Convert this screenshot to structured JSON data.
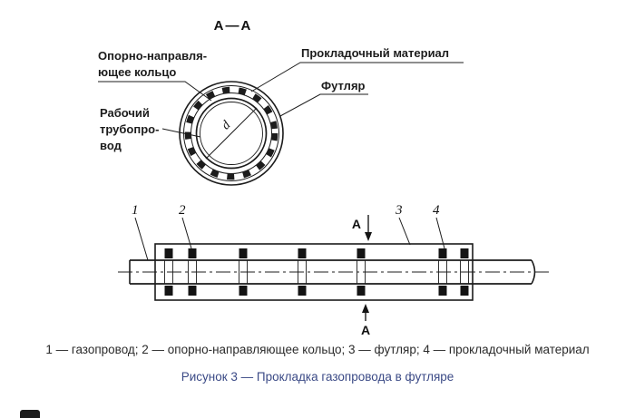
{
  "figure": {
    "section_title": "А—А",
    "section_mark": "А",
    "labels": {
      "ring_line1": "Опорно-направля-",
      "ring_line2": "ющее кольцо",
      "gasket": "Прокладочный материал",
      "casing": "Футляр",
      "pipe_line1": "Рабочий",
      "pipe_line2": "трубопро-",
      "pipe_line3": "вод",
      "diameter": "d"
    },
    "parts": {
      "n1": "1",
      "n2": "2",
      "n3": "3",
      "n4": "4"
    },
    "legend": "1 — газопровод; 2 — опорно-направляющее кольцо; 3 — футляр; 4 — прокладочный материал",
    "caption": "Рисунок 3 — Прокладка газопровода в футляре"
  },
  "colors": {
    "line": "#1c1c1c",
    "legend_text": "#2b2b2b",
    "caption_text": "#3b4a86"
  }
}
